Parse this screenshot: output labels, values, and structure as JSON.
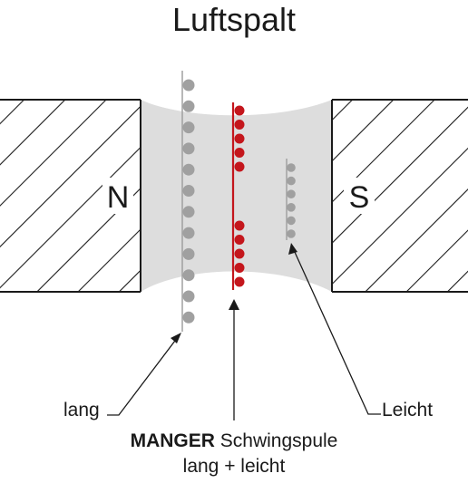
{
  "title": "Luftspalt",
  "poles": {
    "north": "N",
    "south": "S"
  },
  "labels": {
    "long": "lang",
    "light": "Leicht",
    "manger_brand": "MANGER",
    "manger_rest": " Schwingspule",
    "manger_line2": "lang + leicht"
  },
  "coils": {
    "long": {
      "turns": 12
    },
    "manger": {
      "upper_turns": 5,
      "lower_turns": 5
    },
    "light": {
      "turns": 6
    }
  },
  "colors": {
    "text": "#1a1a1a",
    "gap_fill": "#dddddd",
    "coil_grey": "#a0a0a0",
    "coil_red": "#c4161c",
    "hatch": "#1a1a1a"
  }
}
